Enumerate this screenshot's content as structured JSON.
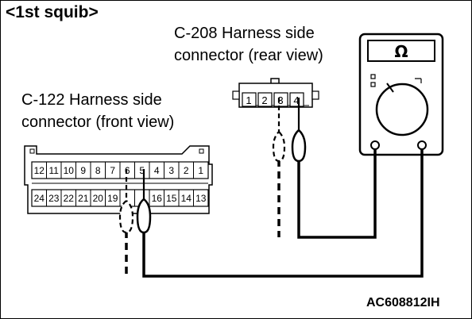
{
  "title": "<1st squib>",
  "c208": {
    "line1": "C-208 Harness side",
    "line2": "connector (rear view)",
    "pins": [
      "1",
      "2",
      "3",
      "4"
    ]
  },
  "c122": {
    "line1": "C-122 Harness side",
    "line2": "connector (front view)",
    "top_pins": [
      "12",
      "11",
      "10",
      "9",
      "8",
      "7",
      "6",
      "5",
      "4",
      "3",
      "2",
      "1"
    ],
    "bottom_pins": [
      "24",
      "23",
      "22",
      "21",
      "20",
      "19",
      "",
      "",
      "16",
      "15",
      "14",
      "13"
    ]
  },
  "meter": {
    "symbol": "Ω"
  },
  "figure_code": "AC608812IH"
}
